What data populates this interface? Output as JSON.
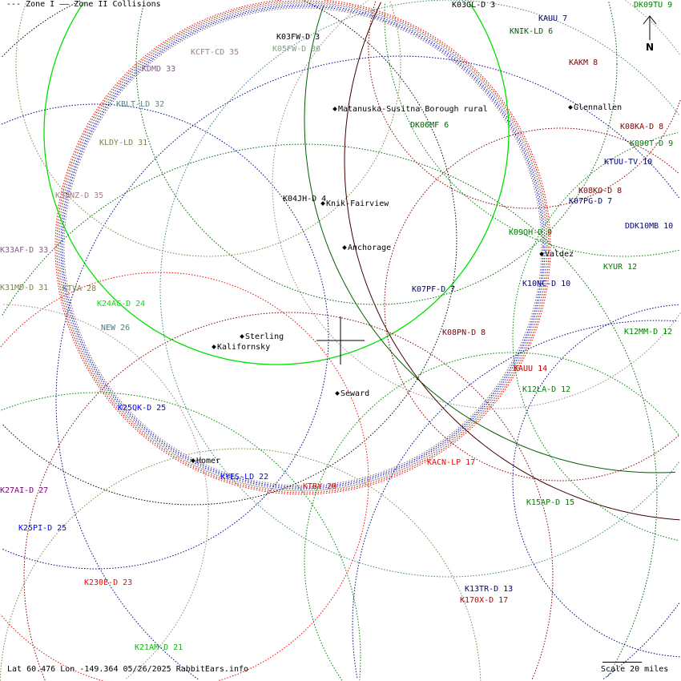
{
  "legend": {
    "zone1": "--- Zone I",
    "zone2": "—— Zone II Collisions"
  },
  "north_label": "N",
  "footer": "Lat 60.476 Lon -149.364 05/26/2025 RabbitEars.info",
  "scale": "Scale 20 miles",
  "stations": [
    {
      "label": "K03FW-D 3",
      "color": "#000000"
    },
    {
      "label": "KCFT-CD 35",
      "color": "#a08080"
    },
    {
      "label": "K05FW-D 36",
      "color": "#80a080"
    },
    {
      "label": "KDMD 33",
      "color": "#806080"
    },
    {
      "label": "KBLT-LD 32",
      "color": "#608080"
    },
    {
      "label": "KLDY-LD 31",
      "color": "#808040"
    },
    {
      "label": "K35NZ-D 35",
      "color": "#a08080"
    },
    {
      "label": "K33AF-D 33",
      "color": "#806080"
    },
    {
      "label": "K31MD-D 31",
      "color": "#808040"
    },
    {
      "label": "KTVA 28",
      "color": "#808040"
    },
    {
      "label": "K24AG-D 24",
      "color": "#00e000"
    },
    {
      "label": "NEW 26",
      "color": "#408080"
    },
    {
      "label": "K25QK-D 25",
      "color": "#0000ff"
    },
    {
      "label": "KYES-LD 22",
      "color": "#0000ff"
    },
    {
      "label": "KTBY 20",
      "color": "#ff0000"
    },
    {
      "label": "K27AI-D 27",
      "color": "#800080"
    },
    {
      "label": "K25PI-D 25",
      "color": "#0000ff"
    },
    {
      "label": "K230E-D 23",
      "color": "#ff0000"
    },
    {
      "label": "K21AM-D 21",
      "color": "#00c000"
    },
    {
      "label": "K03GL-D 3",
      "color": "#000000"
    },
    {
      "label": "KAUU 7",
      "color": "#000080"
    },
    {
      "label": "DK09TU 9",
      "color": "#008000"
    },
    {
      "label": "KNIK-LD 6",
      "color": "#006000"
    },
    {
      "label": "KAKM 8",
      "color": "#800000"
    },
    {
      "label": "K08KA-D 8",
      "color": "#800000"
    },
    {
      "label": "K090T-D 9",
      "color": "#008000"
    },
    {
      "label": "KTUU-TV 10",
      "color": "#000080"
    },
    {
      "label": "K08KO-D 8",
      "color": "#800000"
    },
    {
      "label": "K07PG-D 7",
      "color": "#000080"
    },
    {
      "label": "DDK10MB 10",
      "color": "#000080"
    },
    {
      "label": "K09QH-D 9",
      "color": "#008000"
    },
    {
      "label": "KYUR 12",
      "color": "#008000"
    },
    {
      "label": "K10NC-D 10",
      "color": "#000080"
    },
    {
      "label": "K07PF-D 7",
      "color": "#000080"
    },
    {
      "label": "K08PN-D 8",
      "color": "#800000"
    },
    {
      "label": "K12MM-D 12",
      "color": "#008000"
    },
    {
      "label": "KAUU 14",
      "color": "#c00000"
    },
    {
      "label": "K12LA-D 12",
      "color": "#008000"
    },
    {
      "label": "KACN-LP 17",
      "color": "#ff0000"
    },
    {
      "label": "K15AP-D 15",
      "color": "#008000"
    },
    {
      "label": "K13TR-D 13",
      "color": "#000080"
    },
    {
      "label": "K170X-D 17",
      "color": "#c00000"
    },
    {
      "label": "DK06MF 6",
      "color": "#006000"
    },
    {
      "label": "K04JH-D 4",
      "color": "#000000"
    }
  ],
  "cities": [
    {
      "label": "Matanuska-Susitna Borough rural"
    },
    {
      "label": "Glennallen"
    },
    {
      "label": "Knik-Fairview"
    },
    {
      "label": "Anchorage"
    },
    {
      "label": "Valdez"
    },
    {
      "label": "Sterling"
    },
    {
      "label": "Kalifornsky"
    },
    {
      "label": "Seward"
    },
    {
      "label": "Homer"
    }
  ]
}
